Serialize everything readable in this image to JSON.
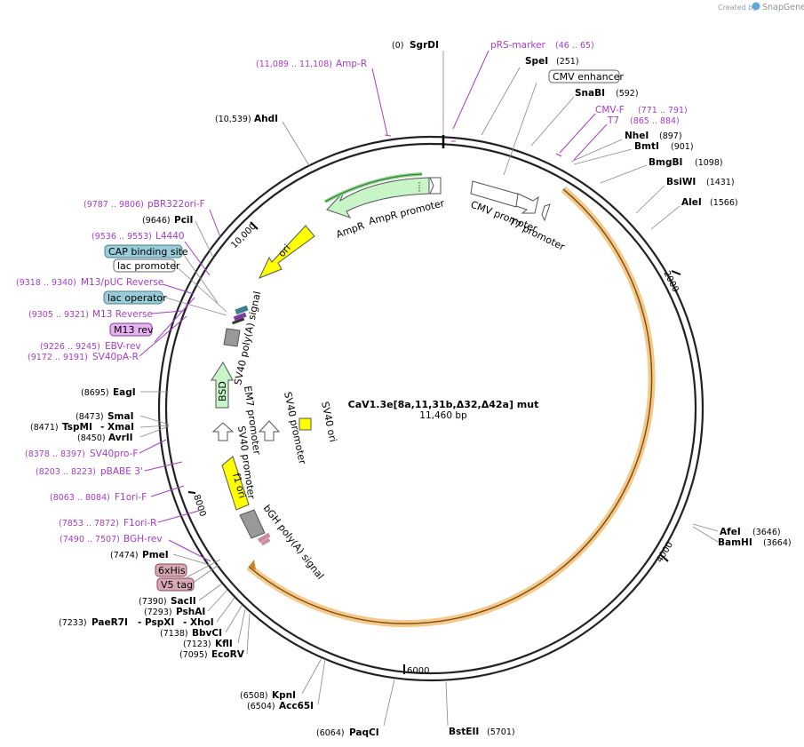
{
  "credit": {
    "prefix": "Created by",
    "brand": "SnapGene"
  },
  "plasmid": {
    "name": "CaV1.3e[8a,11,31b,Δ32,Δ42a] mut",
    "size": "11,460 bp"
  },
  "ticks": [
    "2000",
    "4000",
    "6000",
    "8000",
    "10,000"
  ],
  "features": [
    {
      "label": "CMV promoter",
      "color": "#ffffff"
    },
    {
      "label": "T7 promoter",
      "color": "#ffffff"
    },
    {
      "label": "AmpR promoter",
      "color": "#ffffff"
    },
    {
      "label": "AmpR",
      "color": "#c8f5c8"
    },
    {
      "label": "ori",
      "color": "#ffff00"
    },
    {
      "label": "SV40 poly(A) signal",
      "color": "#999999"
    },
    {
      "label": "BSD",
      "color": "#c8f5c8"
    },
    {
      "label": "EM7 promoter",
      "color": "#ffffff"
    },
    {
      "label": "SV40 promoter",
      "color": "#ffffff"
    },
    {
      "label": "SV40 promoter",
      "color": "#ffffff"
    },
    {
      "label": "SV40 ori",
      "color": "#ffff00"
    },
    {
      "label": "f1 ori",
      "color": "#ffff00"
    },
    {
      "label": "bGH poly(A) signal",
      "color": "#999999"
    }
  ],
  "sites_right": [
    {
      "pos": "(0)",
      "name": "SgrDI"
    },
    {
      "name": "SpeI",
      "pos": "(251)"
    },
    {
      "name": "SnaBI",
      "pos": "(592)"
    },
    {
      "name": "NheI",
      "pos": "(897)"
    },
    {
      "name": "BmtI",
      "pos": "(901)"
    },
    {
      "name": "BmgBI",
      "pos": "(1098)"
    },
    {
      "name": "BsiWI",
      "pos": "(1431)"
    },
    {
      "name": "AleI",
      "pos": "(1566)"
    },
    {
      "name": "AfeI",
      "pos": "(3646)"
    },
    {
      "name": "BamHI",
      "pos": "(3664)"
    },
    {
      "name": "BstEII",
      "pos": "(5701)"
    }
  ],
  "sites_left": [
    {
      "pos": "(10,539)",
      "name": "AhdI"
    },
    {
      "pos": "(9646)",
      "name": "PciI"
    },
    {
      "pos": "(8695)",
      "name": "EagI"
    },
    {
      "pos": "(8473)",
      "name": "SmaI"
    },
    {
      "pos": "(8471)",
      "name": "TspMI",
      "extra": "- XmaI"
    },
    {
      "pos": "(8450)",
      "name": "AvrII"
    },
    {
      "pos": "(7474)",
      "name": "PmeI"
    },
    {
      "pos": "(7390)",
      "name": "SacII"
    },
    {
      "pos": "(7293)",
      "name": "PshAI"
    },
    {
      "pos": "(7233)",
      "name": "PaeR7I",
      "extra": "- PspXI",
      "extra2": "- XhoI"
    },
    {
      "pos": "(7138)",
      "name": "BbvCI"
    },
    {
      "pos": "(7123)",
      "name": "KflI"
    },
    {
      "pos": "(7095)",
      "name": "EcoRV"
    },
    {
      "pos": "(6508)",
      "name": "KpnI"
    },
    {
      "pos": "(6504)",
      "name": "Acc65I"
    },
    {
      "pos": "(6064)",
      "name": "PaqCI"
    }
  ],
  "primers": [
    {
      "name": "pRS-marker",
      "pos": "(46 .. 65)"
    },
    {
      "name": "CMV-F",
      "pos": "(771 .. 791)"
    },
    {
      "name": "T7",
      "pos": "(865 .. 884)"
    },
    {
      "pos": "(11,089 .. 11,108)",
      "name": "Amp-R"
    },
    {
      "pos": "(9787 .. 9806)",
      "name": "pBR322ori-F"
    },
    {
      "pos": "(9536 .. 9553)",
      "name": "L4440"
    },
    {
      "pos": "(9318 .. 9340)",
      "name": "M13/pUC Reverse"
    },
    {
      "pos": "(9305 .. 9321)",
      "name": "M13 Reverse"
    },
    {
      "pos": "(9226 .. 9245)",
      "name": "EBV-rev"
    },
    {
      "pos": "(9172 .. 9191)",
      "name": "SV40pA-R"
    },
    {
      "pos": "(8378 .. 8397)",
      "name": "SV40pro-F"
    },
    {
      "pos": "(8203 .. 8223)",
      "name": "pBABE 3'"
    },
    {
      "pos": "(8063 .. 8084)",
      "name": "F1ori-F"
    },
    {
      "pos": "(7853 .. 7872)",
      "name": "F1ori-R"
    },
    {
      "pos": "(7490 .. 7507)",
      "name": "BGH-rev"
    }
  ],
  "boxes": [
    {
      "label": "CMV enhancer",
      "fill": "#ffffff",
      "stroke": "#666666"
    },
    {
      "label": "CAP binding site",
      "fill": "#99ccd9",
      "stroke": "#4a7f8c"
    },
    {
      "label": "lac promoter",
      "fill": "#ffffff",
      "stroke": "#666666"
    },
    {
      "label": "lac operator",
      "fill": "#99ccd9",
      "stroke": "#4a7f8c"
    },
    {
      "label": "M13 rev",
      "fill": "#e2b3ee",
      "stroke": "#8a3aa6"
    },
    {
      "label": "6xHis",
      "fill": "#d8a8b4",
      "stroke": "#8a4a5a"
    },
    {
      "label": "V5 tag",
      "fill": "#d8a8b4",
      "stroke": "#8a4a5a"
    }
  ]
}
